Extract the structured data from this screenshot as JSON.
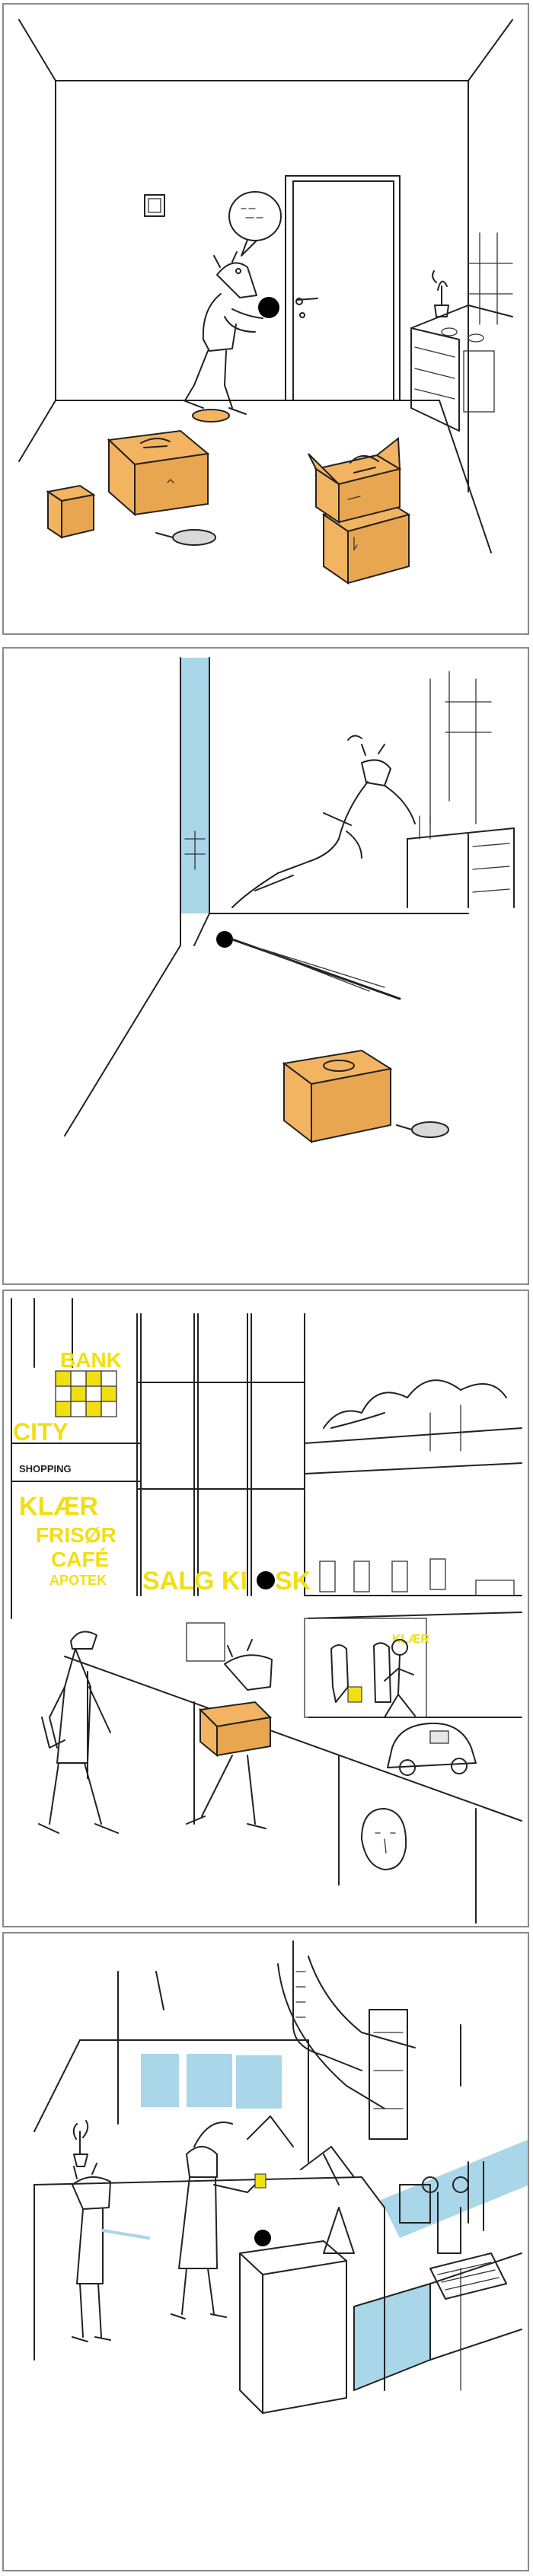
{
  "panels": [
    {
      "id": "panel-1",
      "scene": "empty-room-moving-in"
    },
    {
      "id": "panel-2",
      "scene": "leaping-through-doorway"
    },
    {
      "id": "panel-3",
      "scene": "street-with-shop-signs",
      "signs": {
        "bank": "BANK",
        "city": "CITY",
        "shopping": "SHOPPING",
        "klaer": "KLÆR",
        "frisor": "FRISØR",
        "cafe": "CAFÉ",
        "apotek": "APOTEK",
        "salg": "SALG KI",
        "kiosk_end": "SK",
        "klaer_window": "KLÆR"
      }
    },
    {
      "id": "panel-4",
      "scene": "laboratory-kitchen"
    }
  ],
  "colors": {
    "box": "#f2b461",
    "sky": "#a9d6e8",
    "sign_yellow": "#f1df12",
    "border": "#8a8a8a",
    "ink": "#222222"
  }
}
